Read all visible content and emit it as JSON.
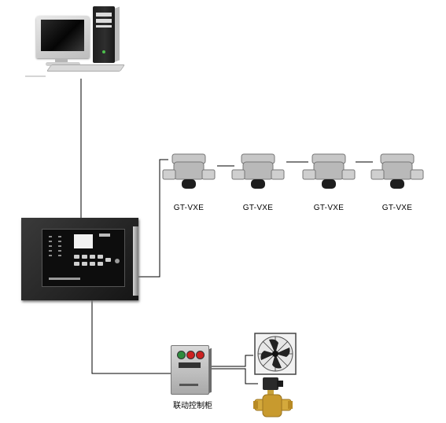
{
  "detectors": [
    {
      "model": "GT-VXE"
    },
    {
      "model": "GT-VXE"
    },
    {
      "model": "GT-VXE"
    },
    {
      "model": "GT-VXE"
    }
  ],
  "linkage_cabinet": {
    "label": "联动控制柜",
    "button_colors": [
      "#2e8b3e",
      "#cc2222",
      "#cc2222"
    ]
  },
  "devices": {
    "computer": "computer-icon",
    "controller": "gas-alarm-controller-icon",
    "fan": "exhaust-fan-icon",
    "valve": "solenoid-valve-icon"
  }
}
